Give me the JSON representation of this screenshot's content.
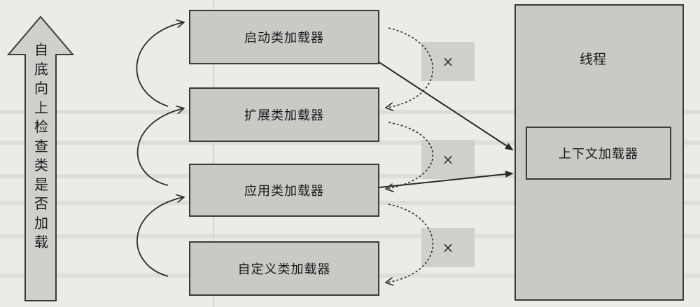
{
  "direction_label": [
    "自",
    "底",
    "向",
    "上",
    "检",
    "查",
    "类",
    "是",
    "否",
    "加",
    "载"
  ],
  "loaders": {
    "bootstrap": "启动类加载器",
    "extension": "扩展类加载器",
    "application": "应用类加载器",
    "custom": "自定义类加载器"
  },
  "thread": {
    "label": "线程",
    "context_loader": "上下文加载器"
  },
  "reject_mark": "×"
}
